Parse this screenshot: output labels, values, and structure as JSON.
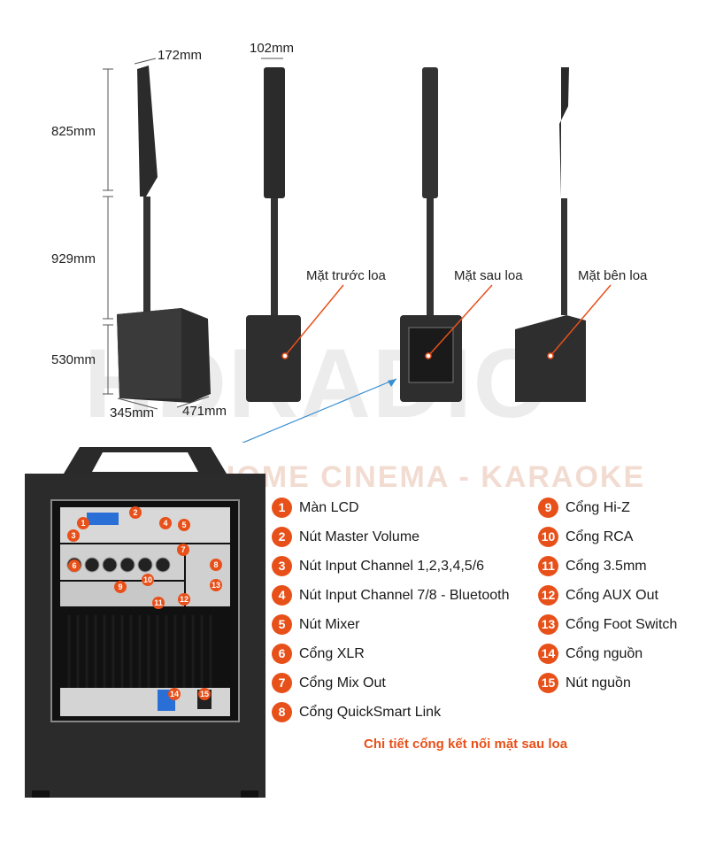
{
  "dimensions": {
    "top_width": "172mm",
    "front_width": "102mm",
    "column_height": "825mm",
    "pole_height": "929mm",
    "sub_height": "530mm",
    "sub_width": "345mm",
    "sub_depth": "471mm"
  },
  "views": {
    "front": "Mặt trước loa",
    "back": "Mặt sau loa",
    "side": "Mặt bên loa"
  },
  "watermark": {
    "brand": "HDRADIO",
    "tagline": "AUDIO - HOME CINEMA - KARAOKE"
  },
  "legend": [
    {
      "n": "1",
      "label": "Màn LCD"
    },
    {
      "n": "2",
      "label": "Nút Master Volume"
    },
    {
      "n": "3",
      "label": "Nút Input Channel 1,2,3,4,5/6"
    },
    {
      "n": "4",
      "label": "Nút Input Channel 7/8 - Bluetooth"
    },
    {
      "n": "5",
      "label": "Nút Mixer"
    },
    {
      "n": "6",
      "label": "Cổng XLR"
    },
    {
      "n": "7",
      "label": "Cổng Mix Out"
    },
    {
      "n": "8",
      "label": "Cổng QuickSmart Link"
    },
    {
      "n": "9",
      "label": "Cổng Hi-Z"
    },
    {
      "n": "10",
      "label": "Cổng RCA"
    },
    {
      "n": "11",
      "label": "Cổng 3.5mm"
    },
    {
      "n": "12",
      "label": "Cổng AUX Out"
    },
    {
      "n": "13",
      "label": "Cổng Foot Switch"
    },
    {
      "n": "14",
      "label": "Cổng nguồn"
    },
    {
      "n": "15",
      "label": "Nút nguồn"
    }
  ],
  "caption": "Chi tiết cổng kết nối mặt sau loa",
  "colors": {
    "accent": "#e8501a",
    "cabinet": "#2a2a2a",
    "pointer": "#3a8fd0"
  }
}
